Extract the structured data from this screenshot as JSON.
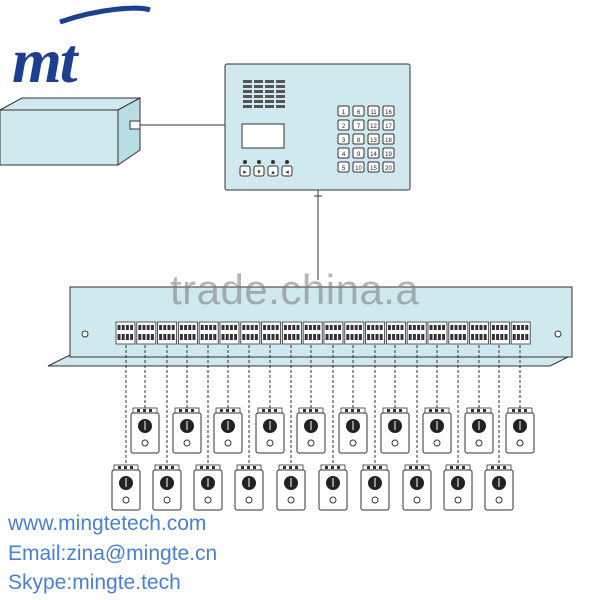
{
  "logo": {
    "text": "mt"
  },
  "watermark": "trade.china.a",
  "keypad": {
    "keys": [
      "1",
      "2",
      "3",
      "4",
      "5",
      "6",
      "7",
      "8",
      "9",
      "10",
      "11",
      "12",
      "13",
      "14",
      "15",
      "16",
      "17",
      "18",
      "19",
      "20"
    ]
  },
  "colors": {
    "panel_fill": "#cfe9ee",
    "line": "#333333",
    "contact_text": "#4a7fd6",
    "logo": "#1e3f8f"
  },
  "modules": {
    "upper_count": 10,
    "lower_count": 10
  },
  "contact": {
    "web": "www.mingtetech.com",
    "email": "Email:zina@mingte.cn",
    "skype": "Skype:mingte.tech"
  }
}
